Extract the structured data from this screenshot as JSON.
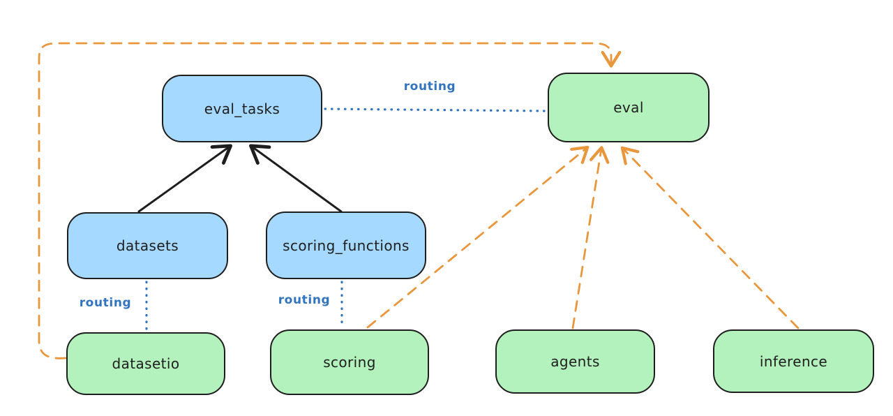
{
  "diagram": {
    "nodes": {
      "eval_tasks": {
        "label": "eval_tasks",
        "kind": "resource"
      },
      "eval": {
        "label": "eval",
        "kind": "api"
      },
      "datasets": {
        "label": "datasets",
        "kind": "resource"
      },
      "scoring_functions": {
        "label": "scoring_functions",
        "kind": "resource"
      },
      "datasetio": {
        "label": "datasetio",
        "kind": "api"
      },
      "scoring": {
        "label": "scoring",
        "kind": "api"
      },
      "agents": {
        "label": "agents",
        "kind": "api"
      },
      "inference": {
        "label": "inference",
        "kind": "api"
      }
    },
    "edge_label": {
      "routing": "routing"
    },
    "edges": [
      {
        "from": "datasets",
        "to": "eval_tasks",
        "style": "solid-arrow",
        "color": "black"
      },
      {
        "from": "scoring_functions",
        "to": "eval_tasks",
        "style": "solid-arrow",
        "color": "black"
      },
      {
        "from": "eval_tasks",
        "to": "eval",
        "style": "dotted",
        "label": "routing",
        "color": "blue"
      },
      {
        "from": "datasets",
        "to": "datasetio",
        "style": "dotted",
        "label": "routing",
        "color": "blue"
      },
      {
        "from": "scoring_functions",
        "to": "scoring",
        "style": "dotted",
        "label": "routing",
        "color": "blue"
      },
      {
        "from": "datasetio",
        "to": "eval",
        "style": "dashed-arrow",
        "color": "orange"
      },
      {
        "from": "scoring",
        "to": "eval",
        "style": "dashed-arrow",
        "color": "orange"
      },
      {
        "from": "agents",
        "to": "eval",
        "style": "dashed-arrow",
        "color": "orange"
      },
      {
        "from": "inference",
        "to": "eval",
        "style": "dashed-arrow",
        "color": "orange"
      }
    ],
    "colors": {
      "resource_fill": "#a6d9ff",
      "api_fill": "#b3f2bc",
      "stroke": "#1e1e1e",
      "routing_line": "#3274bd",
      "dependency_line": "#e8973d"
    }
  }
}
